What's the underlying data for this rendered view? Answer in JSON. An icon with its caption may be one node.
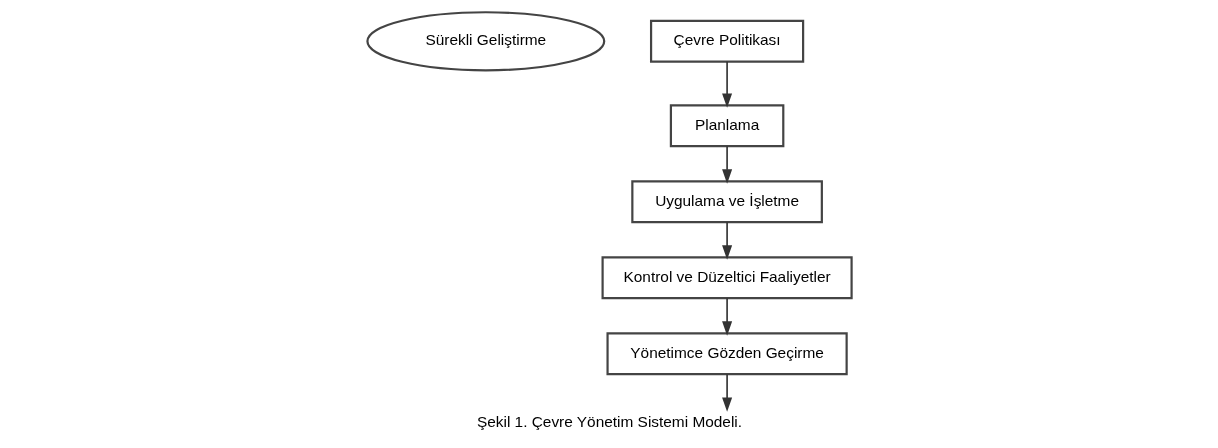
{
  "diagram": {
    "caption": "Şekil 1. Çevre Yönetim Sistemi Modeli.",
    "nodes": [
      {
        "text": [
          "Sürekli Geliştirme"
        ]
      },
      {
        "text": [
          "Yönetimce Gözden Geçirme"
        ]
      },
      {
        "text": [
          "Kontrol ve Düzeltici Faaliyetler"
        ]
      },
      {
        "text": [
          "Çevre Politikası"
        ]
      },
      {
        "text": [
          "Planlama"
        ]
      },
      {
        "text": [
          "Uygulama ve İşletme"
        ]
      }
    ],
    "edges": [
      {
        "from": 3,
        "to": 4,
        "arrow": "to"
      },
      {
        "from": 4,
        "to": 5,
        "arrow": "to"
      },
      {
        "from": 5,
        "to": 2,
        "arrow": "to"
      },
      {
        "from": 2,
        "to": 1,
        "arrow": "to"
      },
      {
        "from": 1,
        "to": null,
        "arrow": "to"
      }
    ]
  }
}
